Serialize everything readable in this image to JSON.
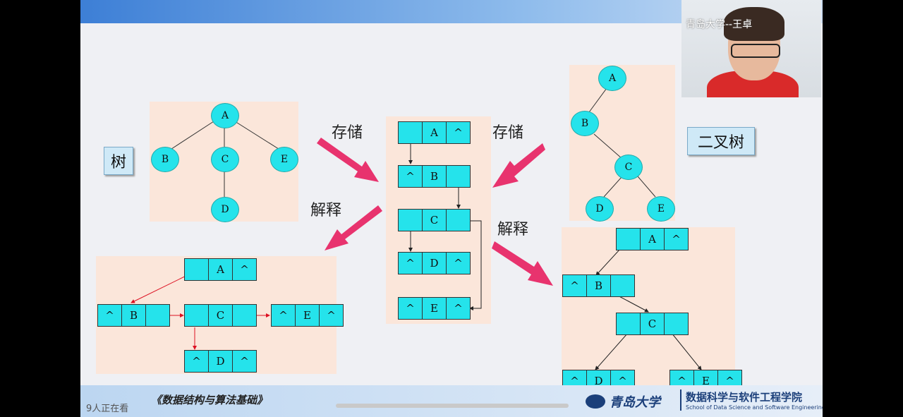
{
  "overlay": {
    "camera_watermark": "青岛大学--王卓",
    "viewers_text": "9人正在看",
    "course_title": "《数据结构与算法基础》",
    "university": "青岛大学",
    "school_cn": "数据科学与软件工程学院",
    "school_en": "School of Data Science and Software Engineering"
  },
  "slide": {
    "label_tree": "树",
    "label_binary_tree": "二叉树",
    "label_store_left": "存储",
    "label_store_right": "存储",
    "label_interpret_left": "解释",
    "label_interpret_right": "解释",
    "null_symbol": "^",
    "tree_nodes": [
      "A",
      "B",
      "C",
      "E",
      "D"
    ],
    "binary_tree_nodes": [
      "A",
      "B",
      "C",
      "D",
      "E"
    ],
    "storage_nodes": [
      {
        "left": "",
        "data": "A",
        "right": "^"
      },
      {
        "left": "^",
        "data": "B",
        "right": ""
      },
      {
        "left": "",
        "data": "C",
        "right": ""
      },
      {
        "left": "^",
        "data": "D",
        "right": "^"
      },
      {
        "left": "^",
        "data": "E",
        "right": "^"
      }
    ],
    "tree_list_nodes": [
      {
        "left": "",
        "data": "A",
        "right": "^"
      },
      {
        "left": "^",
        "data": "B",
        "right": ""
      },
      {
        "left": "",
        "data": "C",
        "right": ""
      },
      {
        "left": "^",
        "data": "E",
        "right": "^"
      },
      {
        "left": "^",
        "data": "D",
        "right": "^"
      }
    ],
    "binary_list_nodes": [
      {
        "left": "",
        "data": "A",
        "right": "^"
      },
      {
        "left": "^",
        "data": "B",
        "right": ""
      },
      {
        "left": "",
        "data": "C",
        "right": ""
      },
      {
        "left": "^",
        "data": "D",
        "right": "^"
      },
      {
        "left": "^",
        "data": "E",
        "right": "^"
      }
    ]
  }
}
